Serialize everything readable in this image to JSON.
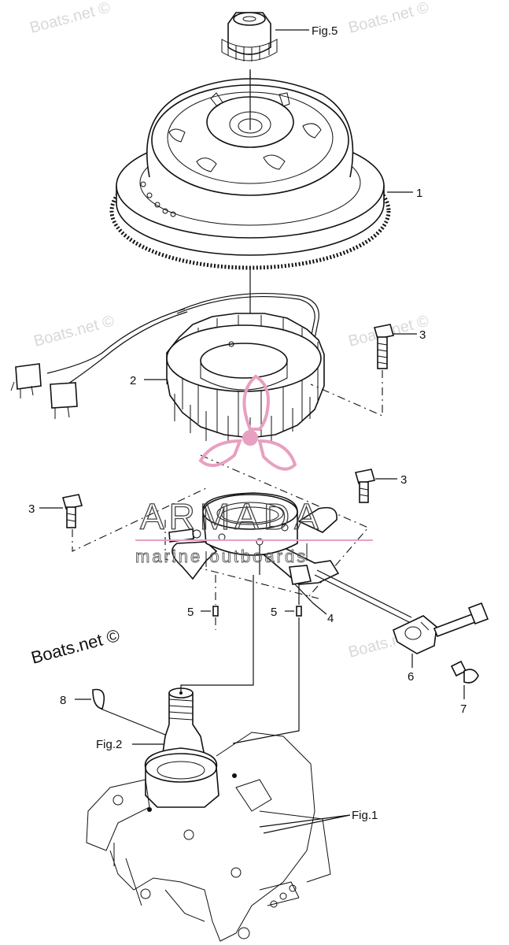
{
  "watermark": {
    "text": "Boats.net ©",
    "caption": "Boats.net ©"
  },
  "logo": {
    "name": "ARMADA",
    "tagline": "marine outboards",
    "color": "#e8a0c0"
  },
  "callouts": {
    "fig5": "Fig.5",
    "flywheel": "1",
    "stator": "2",
    "bolt_right_upper": "3",
    "bolt_right_lower": "3",
    "bolt_left": "3",
    "base_plate": "4",
    "pin_left": "5",
    "pin_right": "5",
    "pulser_coil": "6",
    "pulser_bolt": "7",
    "key": "8",
    "fig2": "Fig.2",
    "fig1": "Fig.1"
  }
}
